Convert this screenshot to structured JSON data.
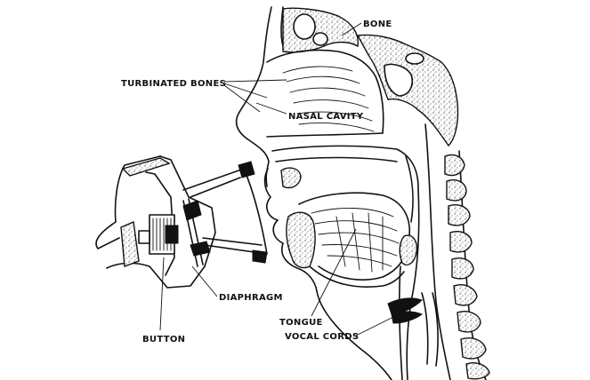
{
  "labels": {
    "bone": "BONE",
    "turbinated_bones": "TURBINATED BONES",
    "nasal_cavity": "NASAL CAVITY",
    "diaphragm": "DIAPHRAGM",
    "button": "BUTTON",
    "tongue": "TONGUE",
    "vocal_cords": "VOCAL CORDS"
  },
  "colors": {
    "ink": "#111111",
    "background": "#ffffff"
  }
}
